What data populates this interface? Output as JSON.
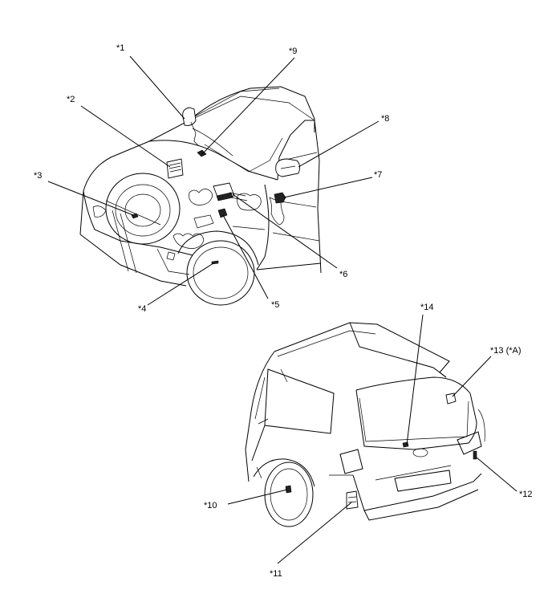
{
  "callouts": [
    {
      "id": "1",
      "text": "*1"
    },
    {
      "id": "2",
      "text": "*2"
    },
    {
      "id": "3",
      "text": "*3"
    },
    {
      "id": "4",
      "text": "*4"
    },
    {
      "id": "5",
      "text": "*5"
    },
    {
      "id": "6",
      "text": "*6"
    },
    {
      "id": "7",
      "text": "*7"
    },
    {
      "id": "8",
      "text": "*8"
    },
    {
      "id": "9",
      "text": "*9"
    },
    {
      "id": "10",
      "text": "*10"
    },
    {
      "id": "11",
      "text": "*11"
    },
    {
      "id": "12",
      "text": "*12"
    },
    {
      "id": "13",
      "text": "*13 (*A)"
    },
    {
      "id": "14",
      "text": "*14"
    }
  ]
}
